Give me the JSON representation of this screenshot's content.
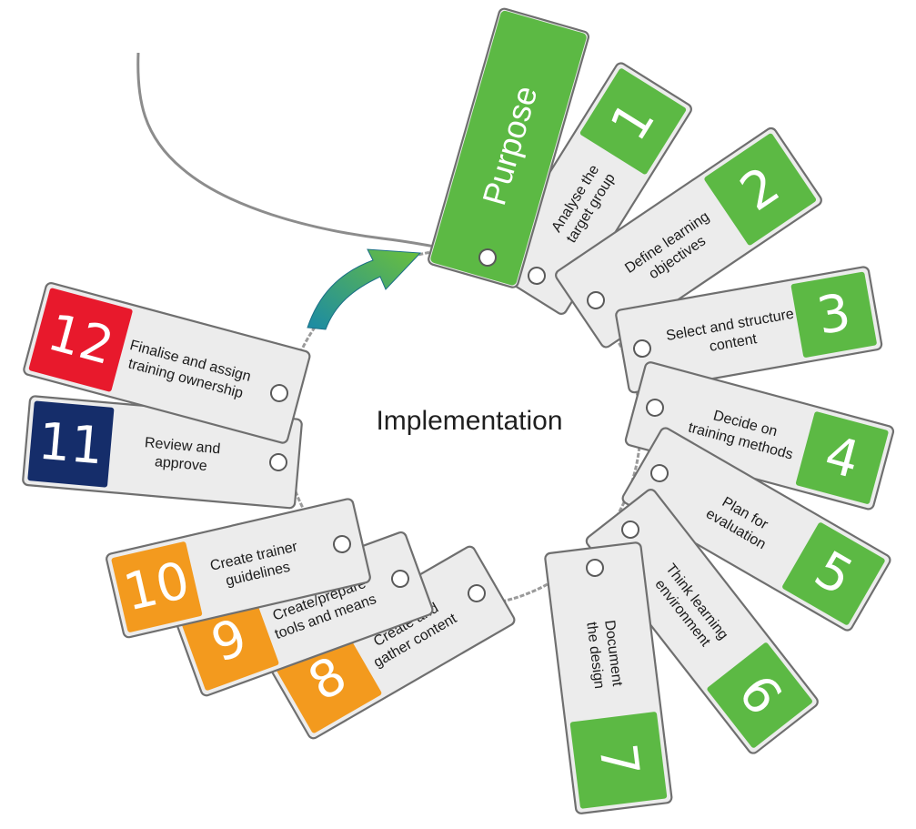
{
  "center_title": "Implementation",
  "purpose": {
    "label": "Purpose",
    "color": "#5cb944"
  },
  "colors": {
    "green": "#5cb944",
    "orange": "#f39a1e",
    "navy": "#152d6a",
    "red": "#e8192c",
    "arrow_teal": "#1a8aa6",
    "arrow_green": "#6cc03a"
  },
  "steps": [
    {
      "number": "1",
      "lines": [
        "Analyse the",
        "target group"
      ],
      "color_key": "green",
      "icon": "tag-icon"
    },
    {
      "number": "2",
      "lines": [
        "Define learning",
        "objectives"
      ],
      "color_key": "green",
      "icon": "tag-icon"
    },
    {
      "number": "3",
      "lines": [
        "Select and structure",
        "content"
      ],
      "color_key": "green",
      "icon": "tag-icon"
    },
    {
      "number": "4",
      "lines": [
        "Decide on",
        "training methods"
      ],
      "color_key": "green",
      "icon": "tag-icon"
    },
    {
      "number": "5",
      "lines": [
        "Plan for",
        "evaluation"
      ],
      "color_key": "green",
      "icon": "tag-icon"
    },
    {
      "number": "6",
      "lines": [
        "Think learning",
        "environment"
      ],
      "color_key": "green",
      "icon": "tag-icon"
    },
    {
      "number": "7",
      "lines": [
        "Document",
        "the design"
      ],
      "color_key": "green",
      "icon": "tag-icon"
    },
    {
      "number": "8",
      "lines": [
        "Create and",
        "gather content"
      ],
      "color_key": "orange",
      "icon": "tag-icon"
    },
    {
      "number": "9",
      "lines": [
        "Create/prepare",
        "tools and means"
      ],
      "color_key": "orange",
      "icon": "tag-icon"
    },
    {
      "number": "10",
      "lines": [
        "Create trainer",
        "guidelines"
      ],
      "color_key": "orange",
      "icon": "tag-icon"
    },
    {
      "number": "11",
      "lines": [
        "Review and",
        "approve"
      ],
      "color_key": "navy",
      "icon": "tag-icon"
    },
    {
      "number": "12",
      "lines": [
        "Finalise and assign",
        "training ownership"
      ],
      "color_key": "red",
      "icon": "tag-icon"
    }
  ],
  "arrow_icon": "curved-arrow-icon"
}
